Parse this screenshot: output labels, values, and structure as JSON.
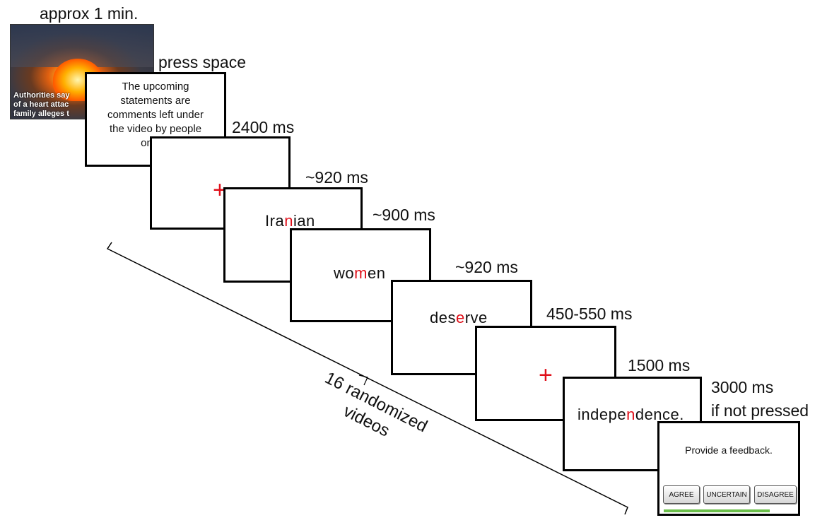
{
  "timing": {
    "video": "approx 1 min.",
    "instruction": "press space",
    "fixation": "2400 ms",
    "word1": "~920 ms",
    "word2": "~900 ms",
    "word3": "~920 ms",
    "fixation2": "450-550 ms",
    "word4": "1500 ms",
    "feedback_line1": "3000 ms",
    "feedback_line2": "if not pressed"
  },
  "video": {
    "caption_lines": [
      "Authorities say",
      "of a heart attac",
      "family alleges t"
    ]
  },
  "instruction": {
    "lines": [
      "The upcoming",
      "statements are",
      "comments left under",
      "the video by people",
      "on the"
    ]
  },
  "words": {
    "w1": {
      "pre": "Ira",
      "mid": "n",
      "post": "ian"
    },
    "w2": {
      "pre": "wo",
      "mid": "m",
      "post": "en"
    },
    "w3": {
      "pre": "des",
      "mid": "e",
      "post": "rve"
    },
    "w4": {
      "pre": "indepe",
      "mid": "n",
      "post": "dence."
    }
  },
  "fixation_symbol": "+",
  "feedback": {
    "title": "Provide a feedback.",
    "buttons": [
      "AGREE",
      "UNCERTAIN",
      "DISAGREE"
    ]
  },
  "brace_label": {
    "line1": "16 randomized",
    "line2": "videos"
  },
  "colors": {
    "highlight": "#e0101a",
    "progress": "#6bbf4a"
  }
}
